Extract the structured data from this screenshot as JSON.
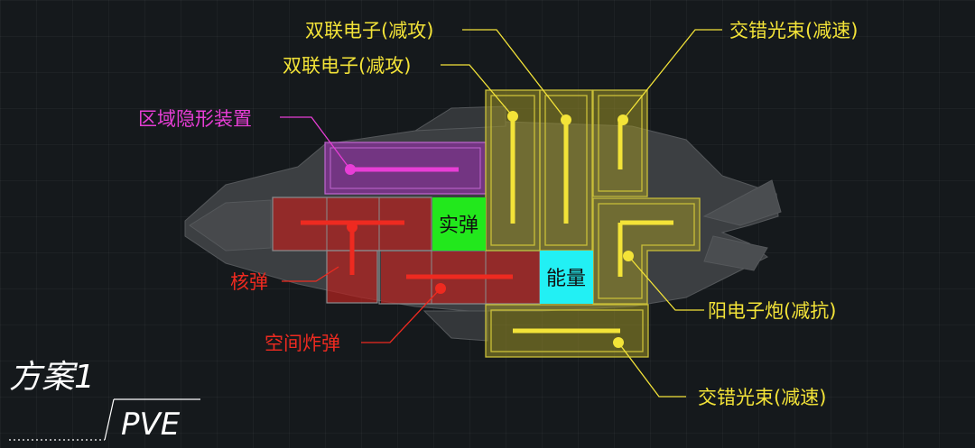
{
  "scheme": {
    "title": "方案1",
    "mode": "PVE"
  },
  "cells": {
    "solid_ammo": "实弹",
    "energy": "能量"
  },
  "labels": {
    "twin_electron_1": "双联电子(减攻)",
    "twin_electron_2": "双联电子(减攻)",
    "cross_beam_top": "交错光束(减速)",
    "cloak": "区域隐形装置",
    "nuke": "核弹",
    "space_bomb": "空间炸弹",
    "positron_cannon": "阳电子炮(减抗)",
    "cross_beam_bottom": "交错光束(减速)"
  },
  "colors": {
    "yellow": "#f3e338",
    "magenta": "#e83ed6",
    "red": "#ee2a20",
    "green": "#22e81c",
    "cyan": "#22f0f4"
  }
}
